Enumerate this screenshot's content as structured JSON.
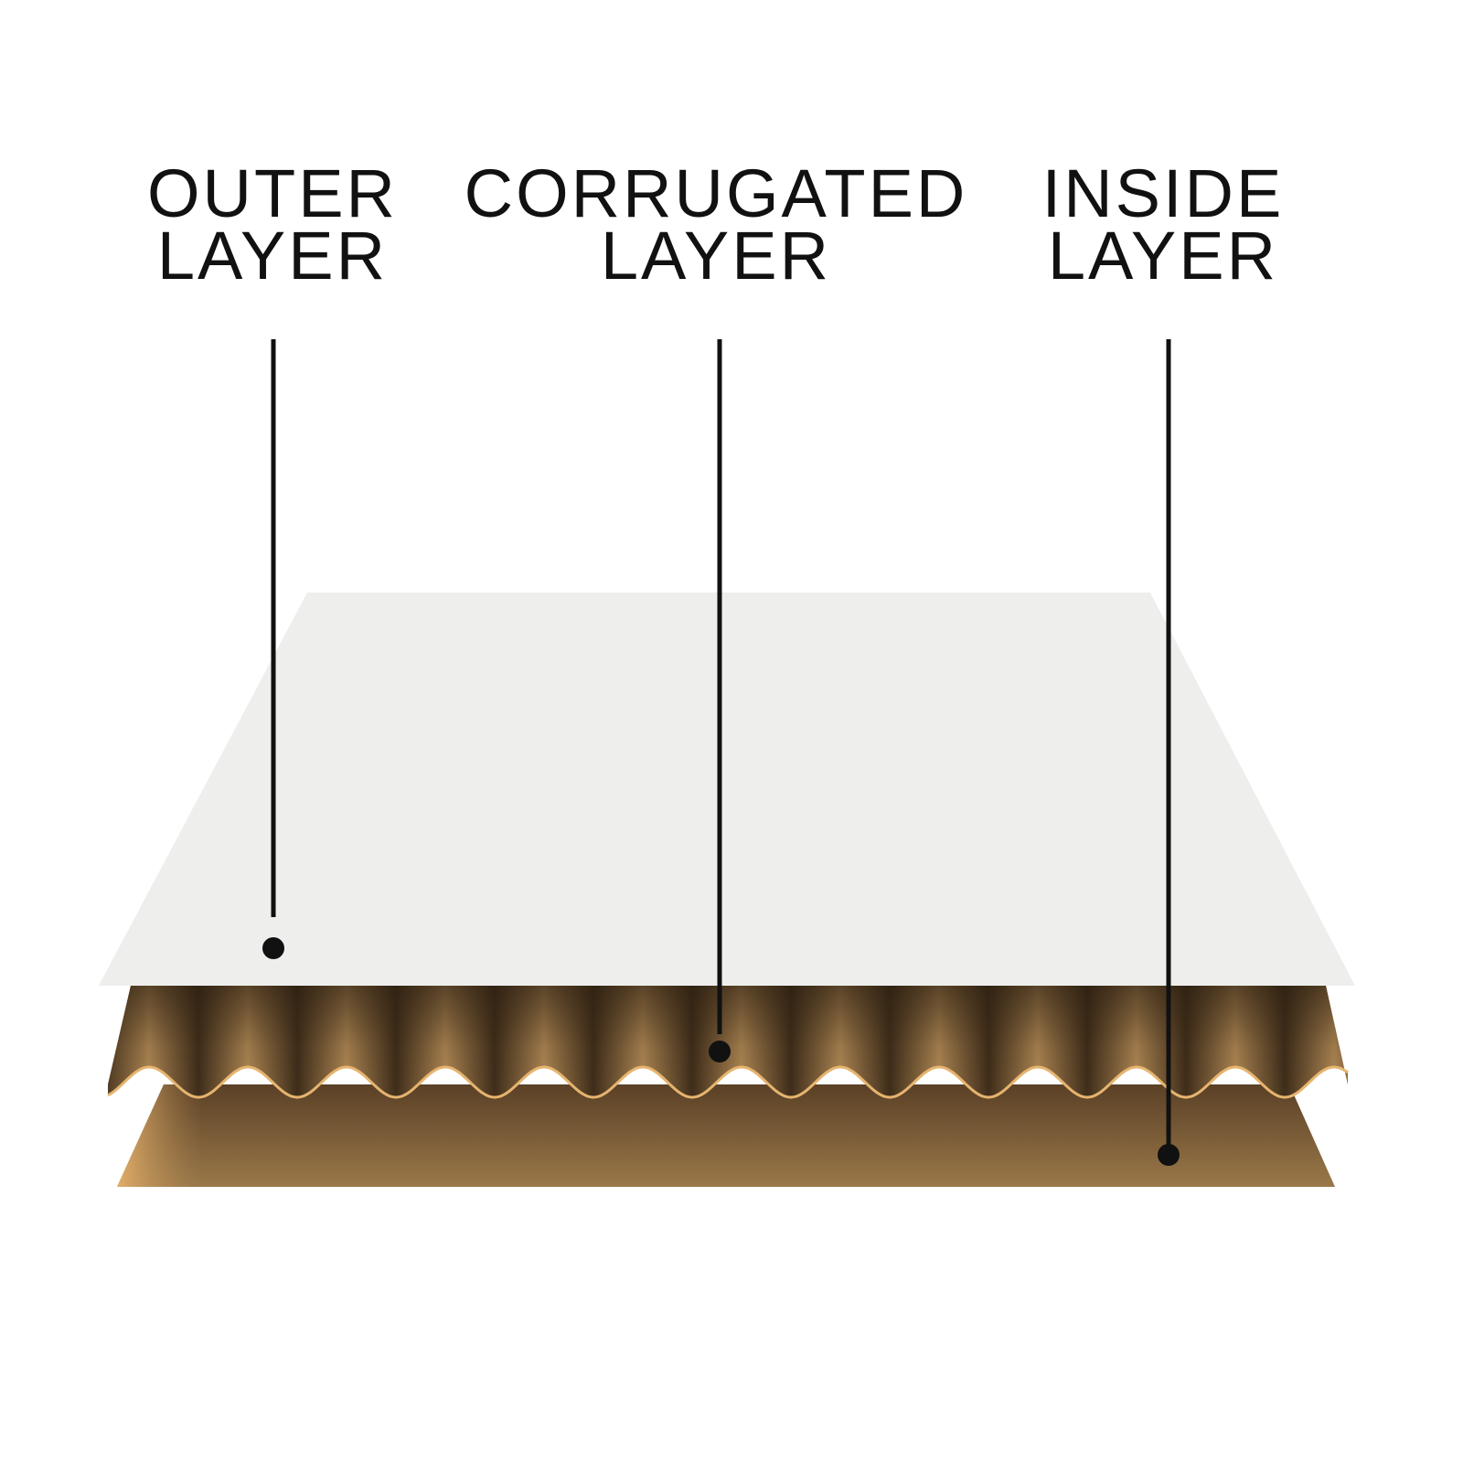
{
  "labels": {
    "outer": {
      "line1": "OUTER",
      "line2": "LAYER"
    },
    "corrugated": {
      "line1": "CORRUGATED",
      "line2": "LAYER"
    },
    "inside": {
      "line1": "INSIDE",
      "line2": "LAYER"
    }
  },
  "colors": {
    "background": "#ffffff",
    "outer_sheet": "#eeefed",
    "kraft_light": "#e2ae69",
    "kraft_dark": "#3f2d1a",
    "leader_line": "#111111",
    "text": "#111111"
  }
}
